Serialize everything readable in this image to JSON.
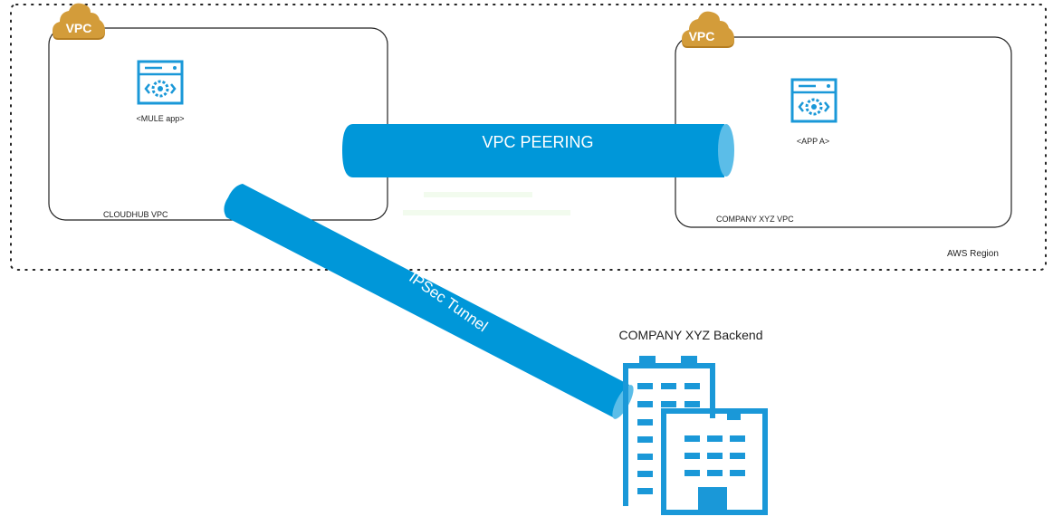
{
  "region": {
    "label": "AWS Region"
  },
  "vpcs": [
    {
      "badge": "VPC",
      "label": "CLOUDHUB VPC",
      "app_label": "<MULE app>"
    },
    {
      "badge": "VPC",
      "label": "COMPANY XYZ VPC",
      "app_label": "<APP A>"
    }
  ],
  "connections": {
    "peering": "VPC PEERING",
    "tunnel": "IPSec Tunnel"
  },
  "backend": {
    "label": "COMPANY XYZ Backend"
  },
  "colors": {
    "tube": "#0097d9",
    "tube_end": "#5bbde8",
    "icon": "#1a98d8",
    "vpc_badge": "#d39c3a"
  }
}
